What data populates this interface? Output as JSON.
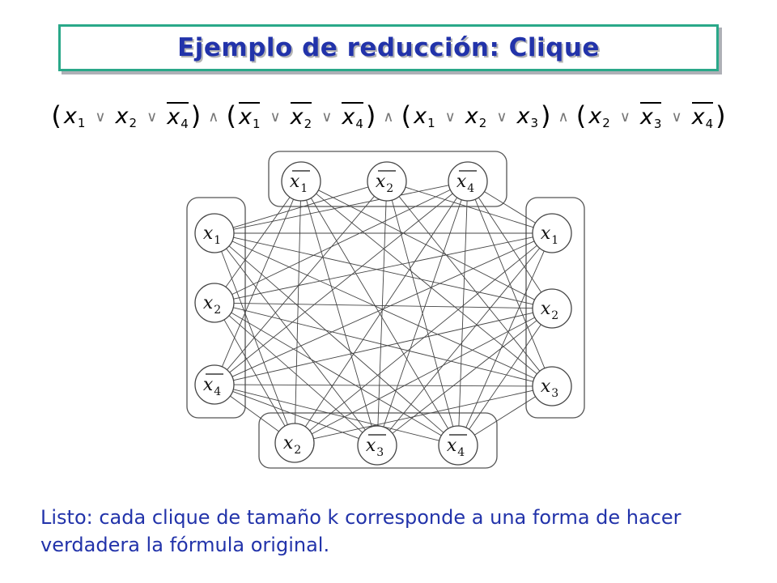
{
  "title": "Ejemplo de reducción: Clique",
  "formula": {
    "clauses": [
      [
        {
          "v": "x",
          "i": "1",
          "neg": false
        },
        {
          "v": "x",
          "i": "2",
          "neg": false
        },
        {
          "v": "x",
          "i": "4",
          "neg": true
        }
      ],
      [
        {
          "v": "x",
          "i": "1",
          "neg": true
        },
        {
          "v": "x",
          "i": "2",
          "neg": true
        },
        {
          "v": "x",
          "i": "4",
          "neg": true
        }
      ],
      [
        {
          "v": "x",
          "i": "1",
          "neg": false
        },
        {
          "v": "x",
          "i": "2",
          "neg": false
        },
        {
          "v": "x",
          "i": "3",
          "neg": false
        }
      ],
      [
        {
          "v": "x",
          "i": "2",
          "neg": false
        },
        {
          "v": "x",
          "i": "3",
          "neg": true
        },
        {
          "v": "x",
          "i": "4",
          "neg": true
        }
      ]
    ],
    "or_symbol": "∨",
    "and_symbol": "∧",
    "open_paren": "(",
    "close_paren": ")"
  },
  "graph": {
    "groups": [
      {
        "id": "top",
        "nodes": [
          {
            "v": "x",
            "i": "1",
            "neg": true
          },
          {
            "v": "x",
            "i": "2",
            "neg": true
          },
          {
            "v": "x",
            "i": "4",
            "neg": true
          }
        ]
      },
      {
        "id": "left",
        "nodes": [
          {
            "v": "x",
            "i": "1",
            "neg": false
          },
          {
            "v": "x",
            "i": "2",
            "neg": false
          },
          {
            "v": "x",
            "i": "4",
            "neg": true
          }
        ]
      },
      {
        "id": "right",
        "nodes": [
          {
            "v": "x",
            "i": "1",
            "neg": false
          },
          {
            "v": "x",
            "i": "2",
            "neg": false
          },
          {
            "v": "x",
            "i": "3",
            "neg": false
          }
        ]
      },
      {
        "id": "bottom",
        "nodes": [
          {
            "v": "x",
            "i": "2",
            "neg": false
          },
          {
            "v": "x",
            "i": "3",
            "neg": true
          },
          {
            "v": "x",
            "i": "4",
            "neg": true
          }
        ]
      }
    ],
    "edge_rule": "connect literals in different clauses unless they are complementary"
  },
  "caption": "Listo: cada clique de tamaño k corresponde a una forma de hacer verdadera la fórmula original."
}
